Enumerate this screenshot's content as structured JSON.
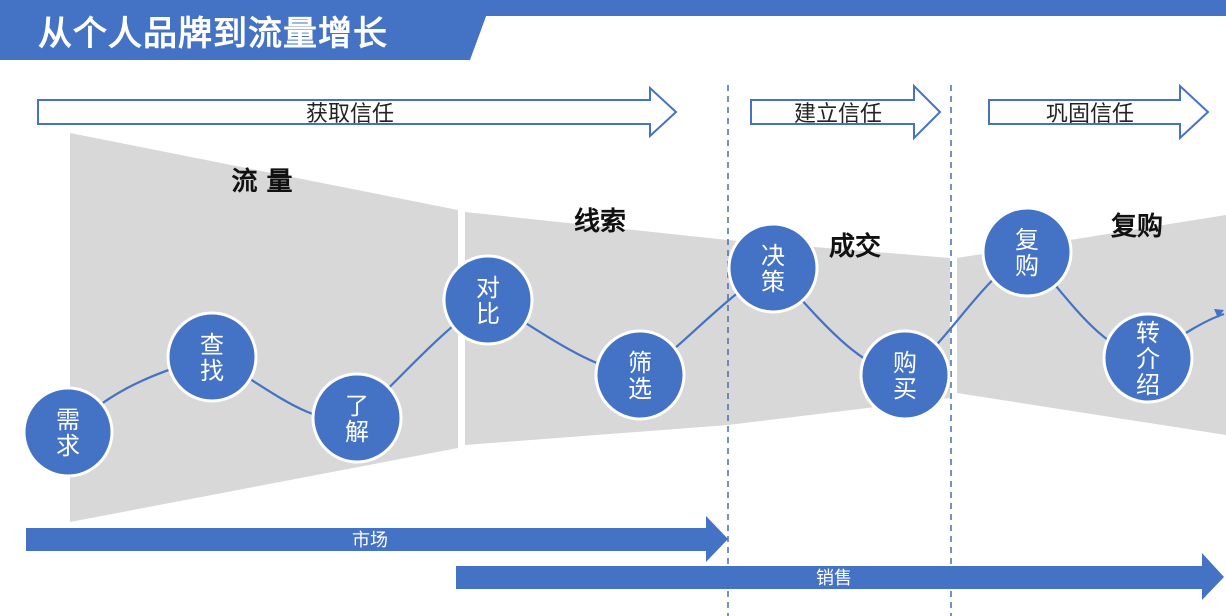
{
  "header": {
    "title": "从个人品牌到流量增长"
  },
  "colors": {
    "blue": "#4472c4",
    "funnel_gray": "#d8d8d8",
    "header_blue": "#4472c4"
  },
  "trust_arrows": [
    {
      "label": "获取信任"
    },
    {
      "label": "建立信任"
    },
    {
      "label": "巩固信任"
    }
  ],
  "stages": [
    {
      "label": "流 量"
    },
    {
      "label": "线索"
    },
    {
      "label": "成交"
    },
    {
      "label": "复购"
    }
  ],
  "steps": [
    {
      "lines": [
        "需",
        "求"
      ]
    },
    {
      "lines": [
        "查",
        "找"
      ]
    },
    {
      "lines": [
        "了",
        "解"
      ]
    },
    {
      "lines": [
        "对",
        "比"
      ]
    },
    {
      "lines": [
        "筛",
        "选"
      ]
    },
    {
      "lines": [
        "决",
        "策"
      ]
    },
    {
      "lines": [
        "购",
        "买"
      ]
    },
    {
      "lines": [
        "复",
        "购"
      ]
    },
    {
      "lines": [
        "转",
        "介",
        "绍"
      ]
    }
  ],
  "bottom_arrows": [
    {
      "label": "市场"
    },
    {
      "label": "销售"
    }
  ]
}
